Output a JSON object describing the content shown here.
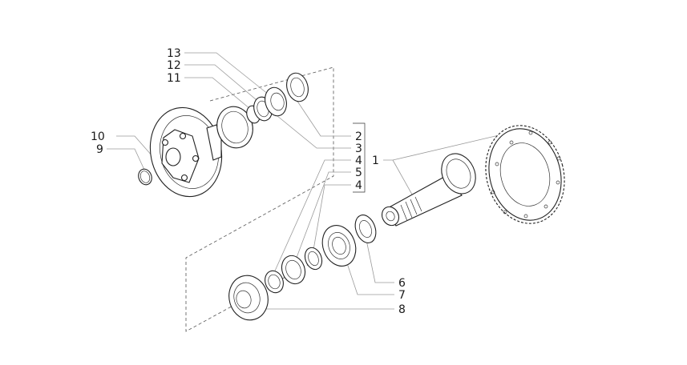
{
  "labels": {
    "l1": "1",
    "l2": "2",
    "l3": "3",
    "l4a": "4",
    "l4b": "4",
    "l5": "5",
    "l6": "6",
    "l7": "7",
    "l8": "8",
    "l9": "9",
    "l10": "10",
    "l11": "11",
    "l12": "12",
    "l13": "13"
  },
  "colors": {
    "line": "#222222",
    "leader": "#9a9a9a"
  }
}
